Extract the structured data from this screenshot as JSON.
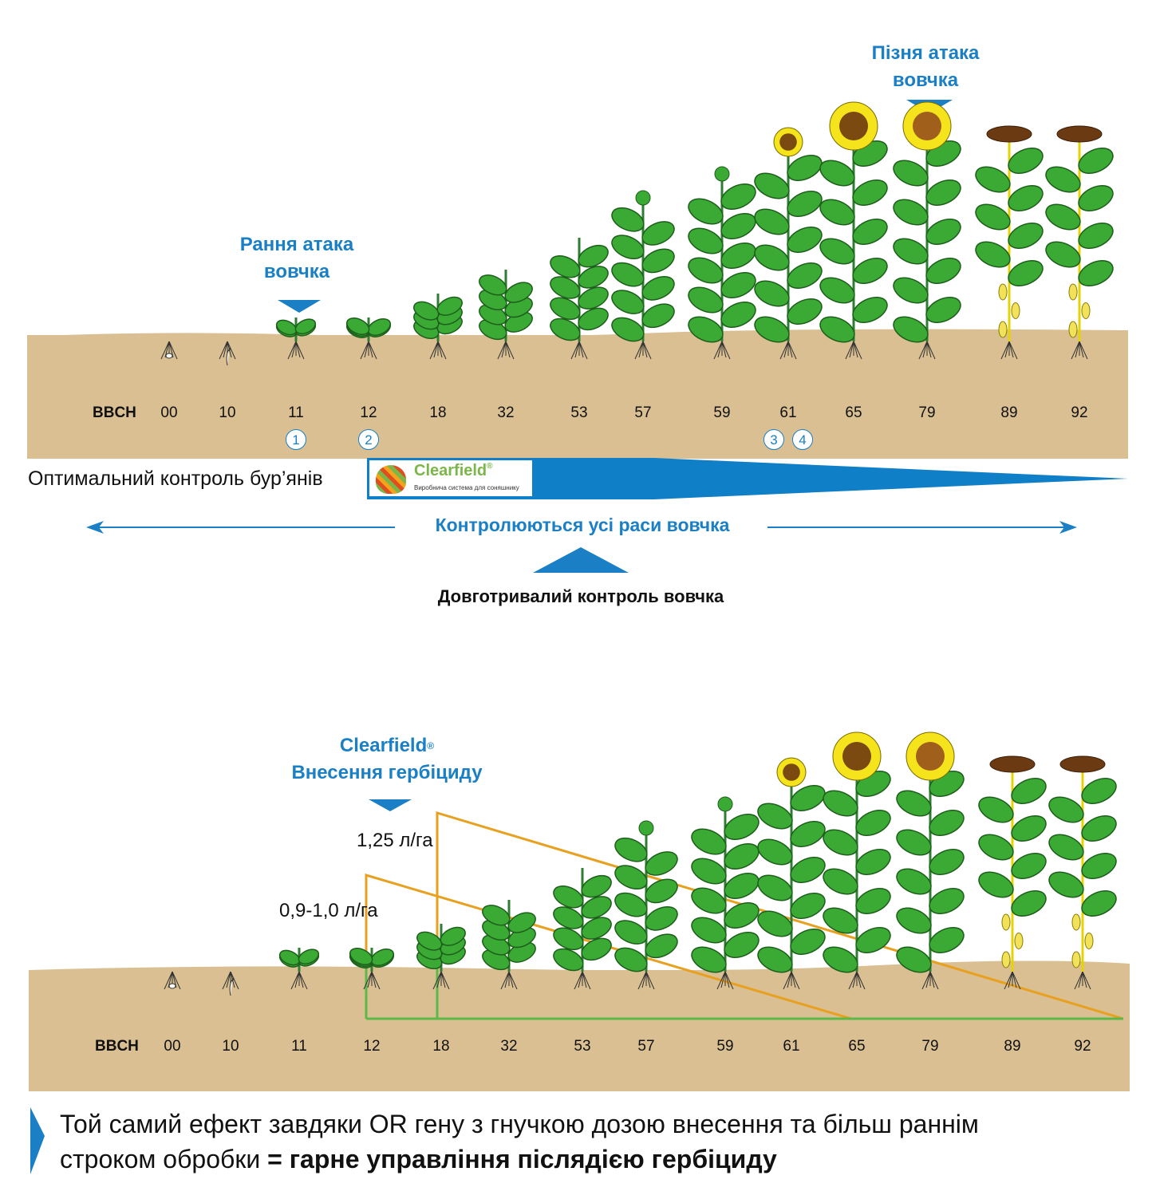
{
  "top": {
    "early_attack": [
      "Рання атака",
      "вовчка"
    ],
    "late_attack": [
      "Пізня атака",
      "вовчка"
    ],
    "bbch_label": "BBCH",
    "bbch": [
      "00",
      "10",
      "11",
      "12",
      "18",
      "32",
      "53",
      "57",
      "59",
      "61",
      "65",
      "79",
      "89",
      "92"
    ],
    "markers": [
      "1",
      "2",
      "3",
      "4"
    ],
    "optimal_control": "Оптимальний контроль бур’янів",
    "logo": {
      "name": "Clearfield",
      "reg": "®",
      "tagline": "Виробнича система для соняшнику"
    },
    "races_controlled": "Контролюються усі раси вовчка",
    "long_control": "Довготривалий контроль вовчка"
  },
  "bottom": {
    "clearfield_title": "Clearfield",
    "reg": "®",
    "herbicide": "Внесення гербіциду",
    "dose_high": "1,25 л/га",
    "dose_low": "0,9-1,0 л/га",
    "bbch_label": "BBCH",
    "bbch": [
      "00",
      "10",
      "11",
      "12",
      "18",
      "32",
      "53",
      "57",
      "59",
      "61",
      "65",
      "79",
      "89",
      "92"
    ]
  },
  "footer": {
    "line1": "Той самий ефект завдяки OR гену з гнучкою дозою внесення та більш раннім",
    "line2_normal": "строком обробки",
    "line2_bold": "= гарне управління післядією гербіциду"
  },
  "colors": {
    "accent": "#1a7fc4",
    "soil": "#d9bf92",
    "leaf": "#3aaa35",
    "orange": "#e8a020",
    "green_line": "#5cb848"
  }
}
